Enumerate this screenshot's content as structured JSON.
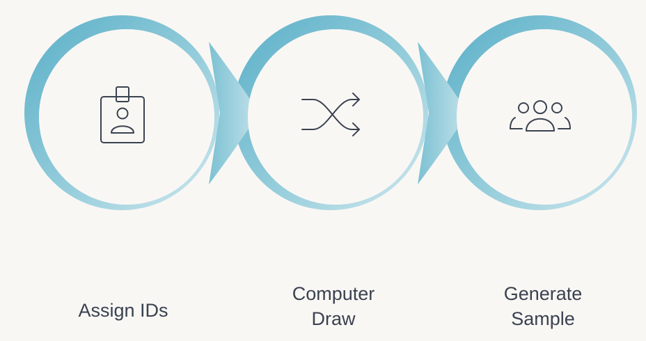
{
  "steps": [
    {
      "label": "Assign IDs",
      "icon": "id-badge-icon"
    },
    {
      "label": "Computer\nDraw",
      "icon": "shuffle-icon"
    },
    {
      "label": "Generate\nSample",
      "icon": "group-icon"
    }
  ],
  "colors": {
    "background": "#f9f7f4",
    "ring_light": "#b7dce5",
    "ring_dark": "#5aafc8",
    "icon": "#3a4250",
    "text": "#3a4250"
  }
}
